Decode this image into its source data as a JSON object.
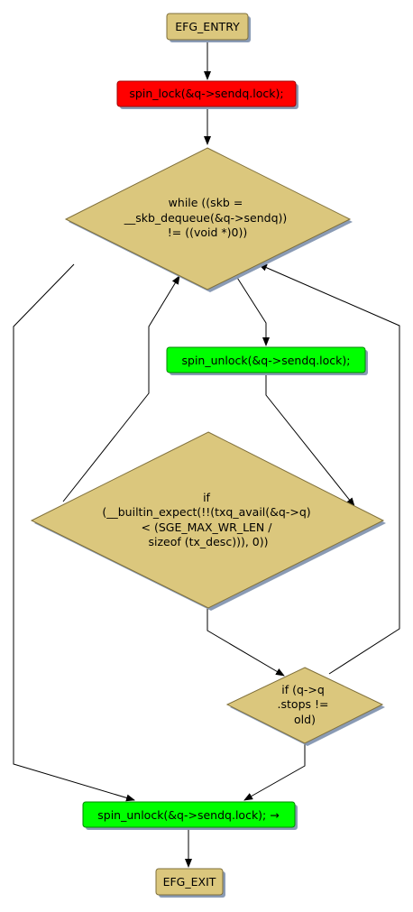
{
  "diagram": {
    "colors": {
      "terminal": "#dbc77d",
      "decision": "#dbc77d",
      "lock": "#ff0000",
      "unlock": "#00ff00",
      "shadow": "#8a9bb5",
      "edge": "#000000"
    },
    "nodes": {
      "entry": {
        "label": "EFG_ENTRY"
      },
      "spin_lock": {
        "label": "spin_lock(&q->sendq.lock);"
      },
      "while_cond": {
        "lines": [
          "while ((skb =",
          "__skb_dequeue(&q->sendq))",
          "!= ((void *)0))"
        ]
      },
      "spin_unlock_1": {
        "label": "spin_unlock(&q->sendq.lock);"
      },
      "if_builtin": {
        "lines": [
          "if",
          "(__builtin_expect(!!(txq_avail(&q->q)",
          "< (SGE_MAX_WR_LEN /",
          "sizeof (tx_desc))), 0))"
        ]
      },
      "if_stops": {
        "lines": [
          "if (q->q",
          ".stops !=",
          "old)"
        ]
      },
      "spin_unlock_2": {
        "label": "spin_unlock(&q->sendq.lock); →"
      },
      "exit": {
        "label": "EFG_EXIT"
      }
    }
  }
}
